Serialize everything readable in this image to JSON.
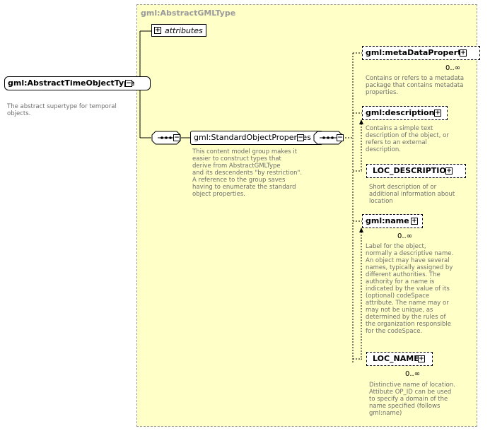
{
  "root": {
    "name": "gml:AbstractTimeObjectType",
    "doc": "The abstract supertype for temporal\nobjects."
  },
  "complex_type": {
    "name": "gml:AbstractGMLType"
  },
  "attributes": {
    "label": "attributes"
  },
  "group": {
    "name": "gml:StandardObjectProperties",
    "doc": "This content model group makes it\neasier to construct types that\n        derive from AbstractGMLType\nand its descendents \"by restriction\".\n        A reference to the group saves\nhaving to enumerate the standard\nobject properties."
  },
  "elements": [
    {
      "name": "gml:metaDataProperty",
      "cardinality": "0..∞",
      "doc": "Contains or refers to a metadata\npackage that contains metadata\nproperties."
    },
    {
      "name": "gml:description",
      "cardinality": "",
      "doc": "Contains a simple text\ndescription of the object, or\nrefers to an external\ndescription."
    },
    {
      "name": "LOC_DESCRIPTION",
      "cardinality": "",
      "doc": "Short description of or\nadditional information about\nlocation"
    },
    {
      "name": "gml:name",
      "cardinality": "0..∞",
      "doc": "Label for the object,\nnormally a descriptive name.\nAn object may have several\nnames, typically assigned by\ndifferent authorities.  The\nauthority for a name is\nindicated by the value of its\n(optional) codeSpace\nattribute.  The name may or\nmay not be unique, as\ndetermined by the rules of\nthe organization responsible\nfor the codeSpace."
    },
    {
      "name": "LOC_NAME",
      "cardinality": "0..∞",
      "doc": "Distinctive name of location.\nAttibute OP_ID can be used\nto specify a domain of the\nname specified (follows\ngml:name)"
    }
  ],
  "icons": {
    "expand": "plus-box-icon",
    "collapse": "minus-box-icon",
    "sequence": "sequence-compositor-icon"
  }
}
